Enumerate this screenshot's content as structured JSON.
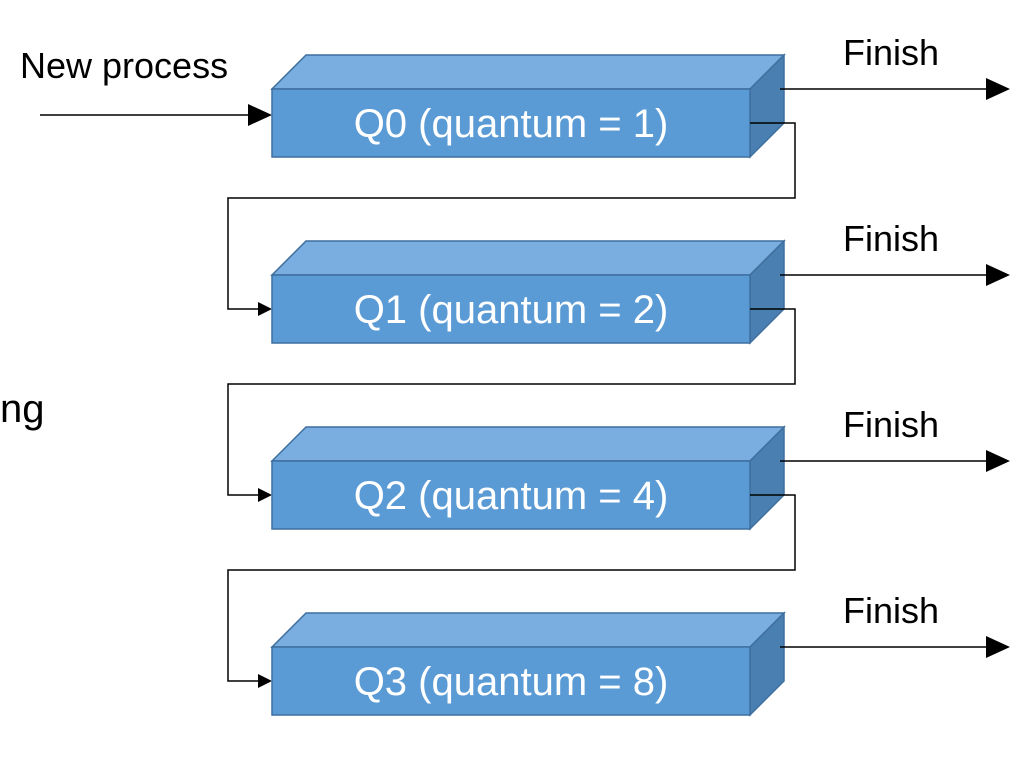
{
  "entry_label": "New process",
  "side_fragment": "ng",
  "finish_label": "Finish",
  "queues": [
    {
      "label": "Q0 (quantum = 1)"
    },
    {
      "label": "Q1 (quantum = 2)"
    },
    {
      "label": "Q2 (quantum = 4)"
    },
    {
      "label": "Q3 (quantum = 8)"
    }
  ],
  "colors": {
    "box_front": "#5b9bd5",
    "box_top": "#7aaee0",
    "box_side": "#4a7fb2",
    "box_border": "#3e6f9f",
    "line": "#000000",
    "queue_text": "#ffffff"
  }
}
